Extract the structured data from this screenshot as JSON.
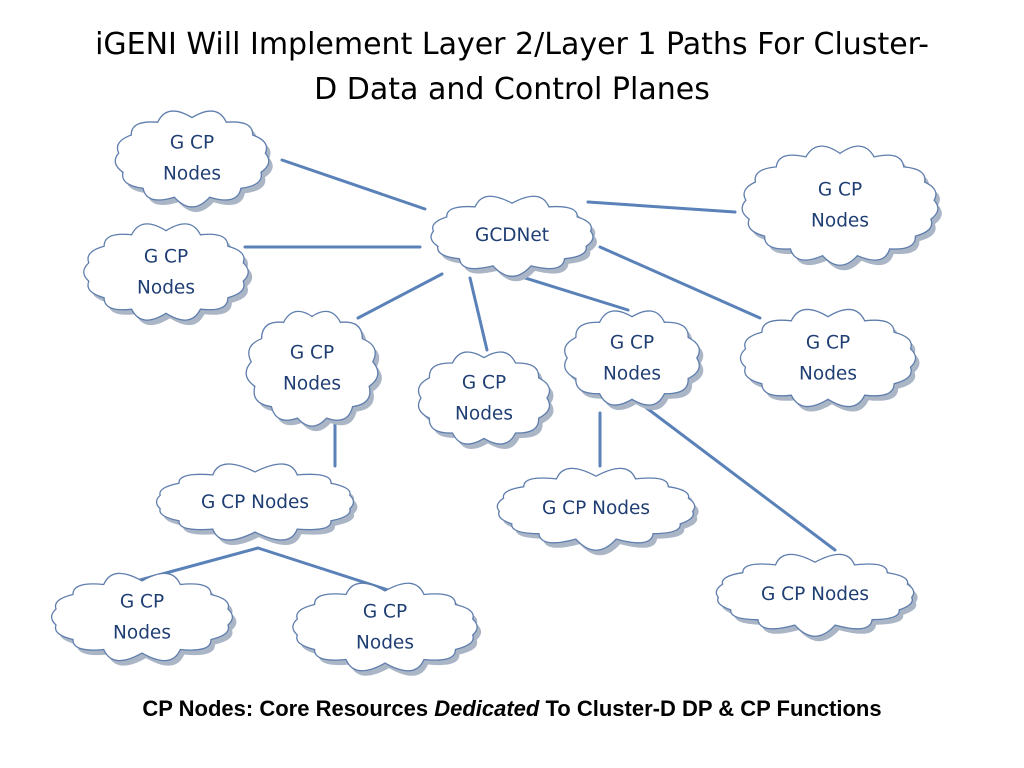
{
  "title": {
    "line1": "iGENI Will Implement Layer 2/Layer 1 Paths For Cluster-",
    "line2": "D Data and Control Planes"
  },
  "diagram": {
    "nodes": [
      {
        "id": "hub",
        "lines": [
          "GCDNet"
        ]
      },
      {
        "id": "n1",
        "lines": [
          "G CP",
          "Nodes"
        ]
      },
      {
        "id": "n2",
        "lines": [
          "G CP",
          "Nodes"
        ]
      },
      {
        "id": "n3",
        "lines": [
          "G CP",
          "Nodes"
        ]
      },
      {
        "id": "n4",
        "lines": [
          "G CP",
          "Nodes"
        ]
      },
      {
        "id": "n5",
        "lines": [
          "G CP",
          "Nodes"
        ]
      },
      {
        "id": "n6",
        "lines": [
          "G CP",
          "Nodes"
        ]
      },
      {
        "id": "n7",
        "lines": [
          "G CP",
          "Nodes"
        ]
      },
      {
        "id": "n8",
        "lines": [
          "G CP Nodes"
        ]
      },
      {
        "id": "n9",
        "lines": [
          "G CP Nodes"
        ]
      },
      {
        "id": "n10",
        "lines": [
          "G CP Nodes"
        ]
      },
      {
        "id": "n11",
        "lines": [
          "G CP",
          "Nodes"
        ]
      },
      {
        "id": "n12",
        "lines": [
          "G CP",
          "Nodes"
        ]
      }
    ],
    "edges": [
      [
        "n1",
        "hub"
      ],
      [
        "n2",
        "hub"
      ],
      [
        "n3",
        "hub"
      ],
      [
        "n4",
        "hub"
      ],
      [
        "n5",
        "hub"
      ],
      [
        "n6",
        "hub"
      ],
      [
        "n7",
        "hub"
      ],
      [
        "n5",
        "n8"
      ],
      [
        "n7",
        "n9"
      ],
      [
        "n7",
        "n10"
      ],
      [
        "n8",
        "n11"
      ],
      [
        "n8",
        "n12"
      ]
    ]
  },
  "footer": {
    "prefix": "CP Nodes: Core Resources ",
    "emphasis": "Dedicated",
    "suffix": " To Cluster-D DP & CP Functions"
  }
}
